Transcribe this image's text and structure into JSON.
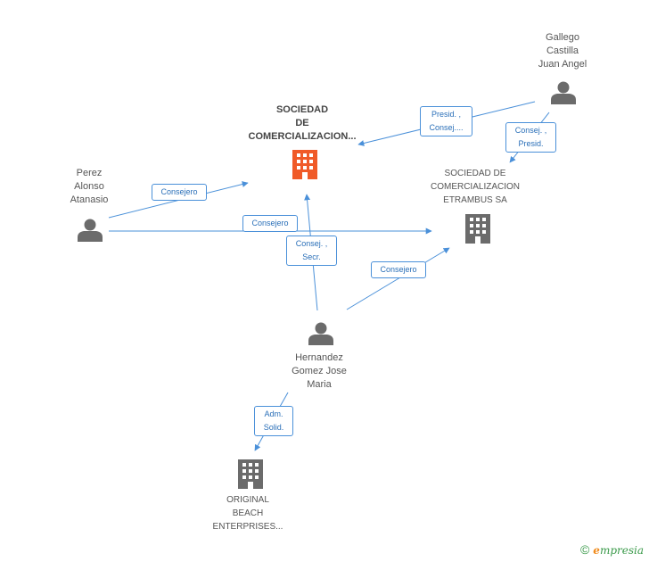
{
  "nodes": {
    "main_company": {
      "label": "SOCIEDAD\nDE\nCOMERCIALIZACION...",
      "color": "#f05a28"
    },
    "etrambus": {
      "label": "SOCIEDAD DE\nCOMERCIALIZACION\nETRAMBUS SA",
      "color": "#6b6b6b"
    },
    "original_beach": {
      "label": "ORIGINAL\nBEACH\nENTERPRISES...",
      "color": "#6b6b6b"
    },
    "gallego": {
      "label": "Gallego\nCastilla\nJuan Angel"
    },
    "perez": {
      "label": "Perez\nAlonso\nAtanasio"
    },
    "hernandez": {
      "label": "Hernandez\nGomez Jose\nMaria"
    }
  },
  "edges": {
    "gallego_main": "Presid. ,\nConsej....",
    "gallego_etrambus": "Consej. ,\nPresid.",
    "perez_main": "Consejero",
    "perez_etrambus": "Consejero",
    "hernandez_main": "Consej. ,\nSecr.",
    "hernandez_etrambus": "Consejero",
    "hernandez_original": "Adm.\nSolid."
  },
  "colors": {
    "edge": "#4a90d9",
    "person": "#6b6b6b",
    "focus_company": "#f05a28"
  },
  "footer": {
    "copyright": "©",
    "brand_e": "e",
    "brand_rest": "mpresia"
  }
}
